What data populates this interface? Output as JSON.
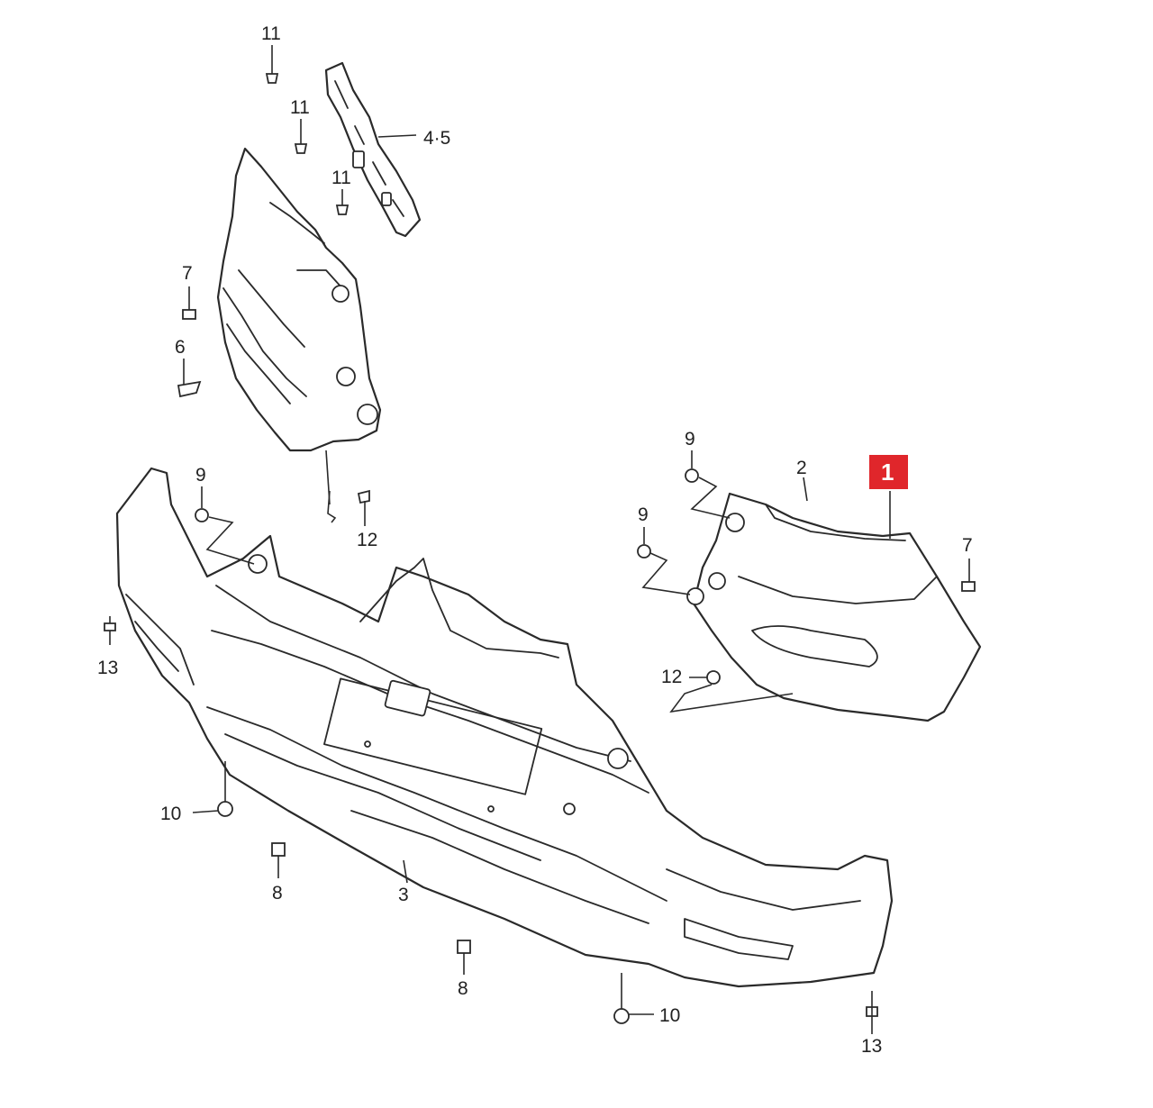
{
  "callouts": {
    "c1": "1",
    "c2": "2",
    "c3": "3",
    "c45": "4·5",
    "c6": "6",
    "c7a": "7",
    "c7b": "7",
    "c8a": "8",
    "c8b": "8",
    "c9a": "9",
    "c9b": "9",
    "c9c": "9",
    "c10a": "10",
    "c10b": "10",
    "c11a": "11",
    "c11b": "11",
    "c11c": "11",
    "c12a": "12",
    "c12b": "12",
    "c13a": "13",
    "c13b": "13"
  },
  "colors": {
    "highlight": "#e0262b",
    "line": "#2a2a2a"
  }
}
